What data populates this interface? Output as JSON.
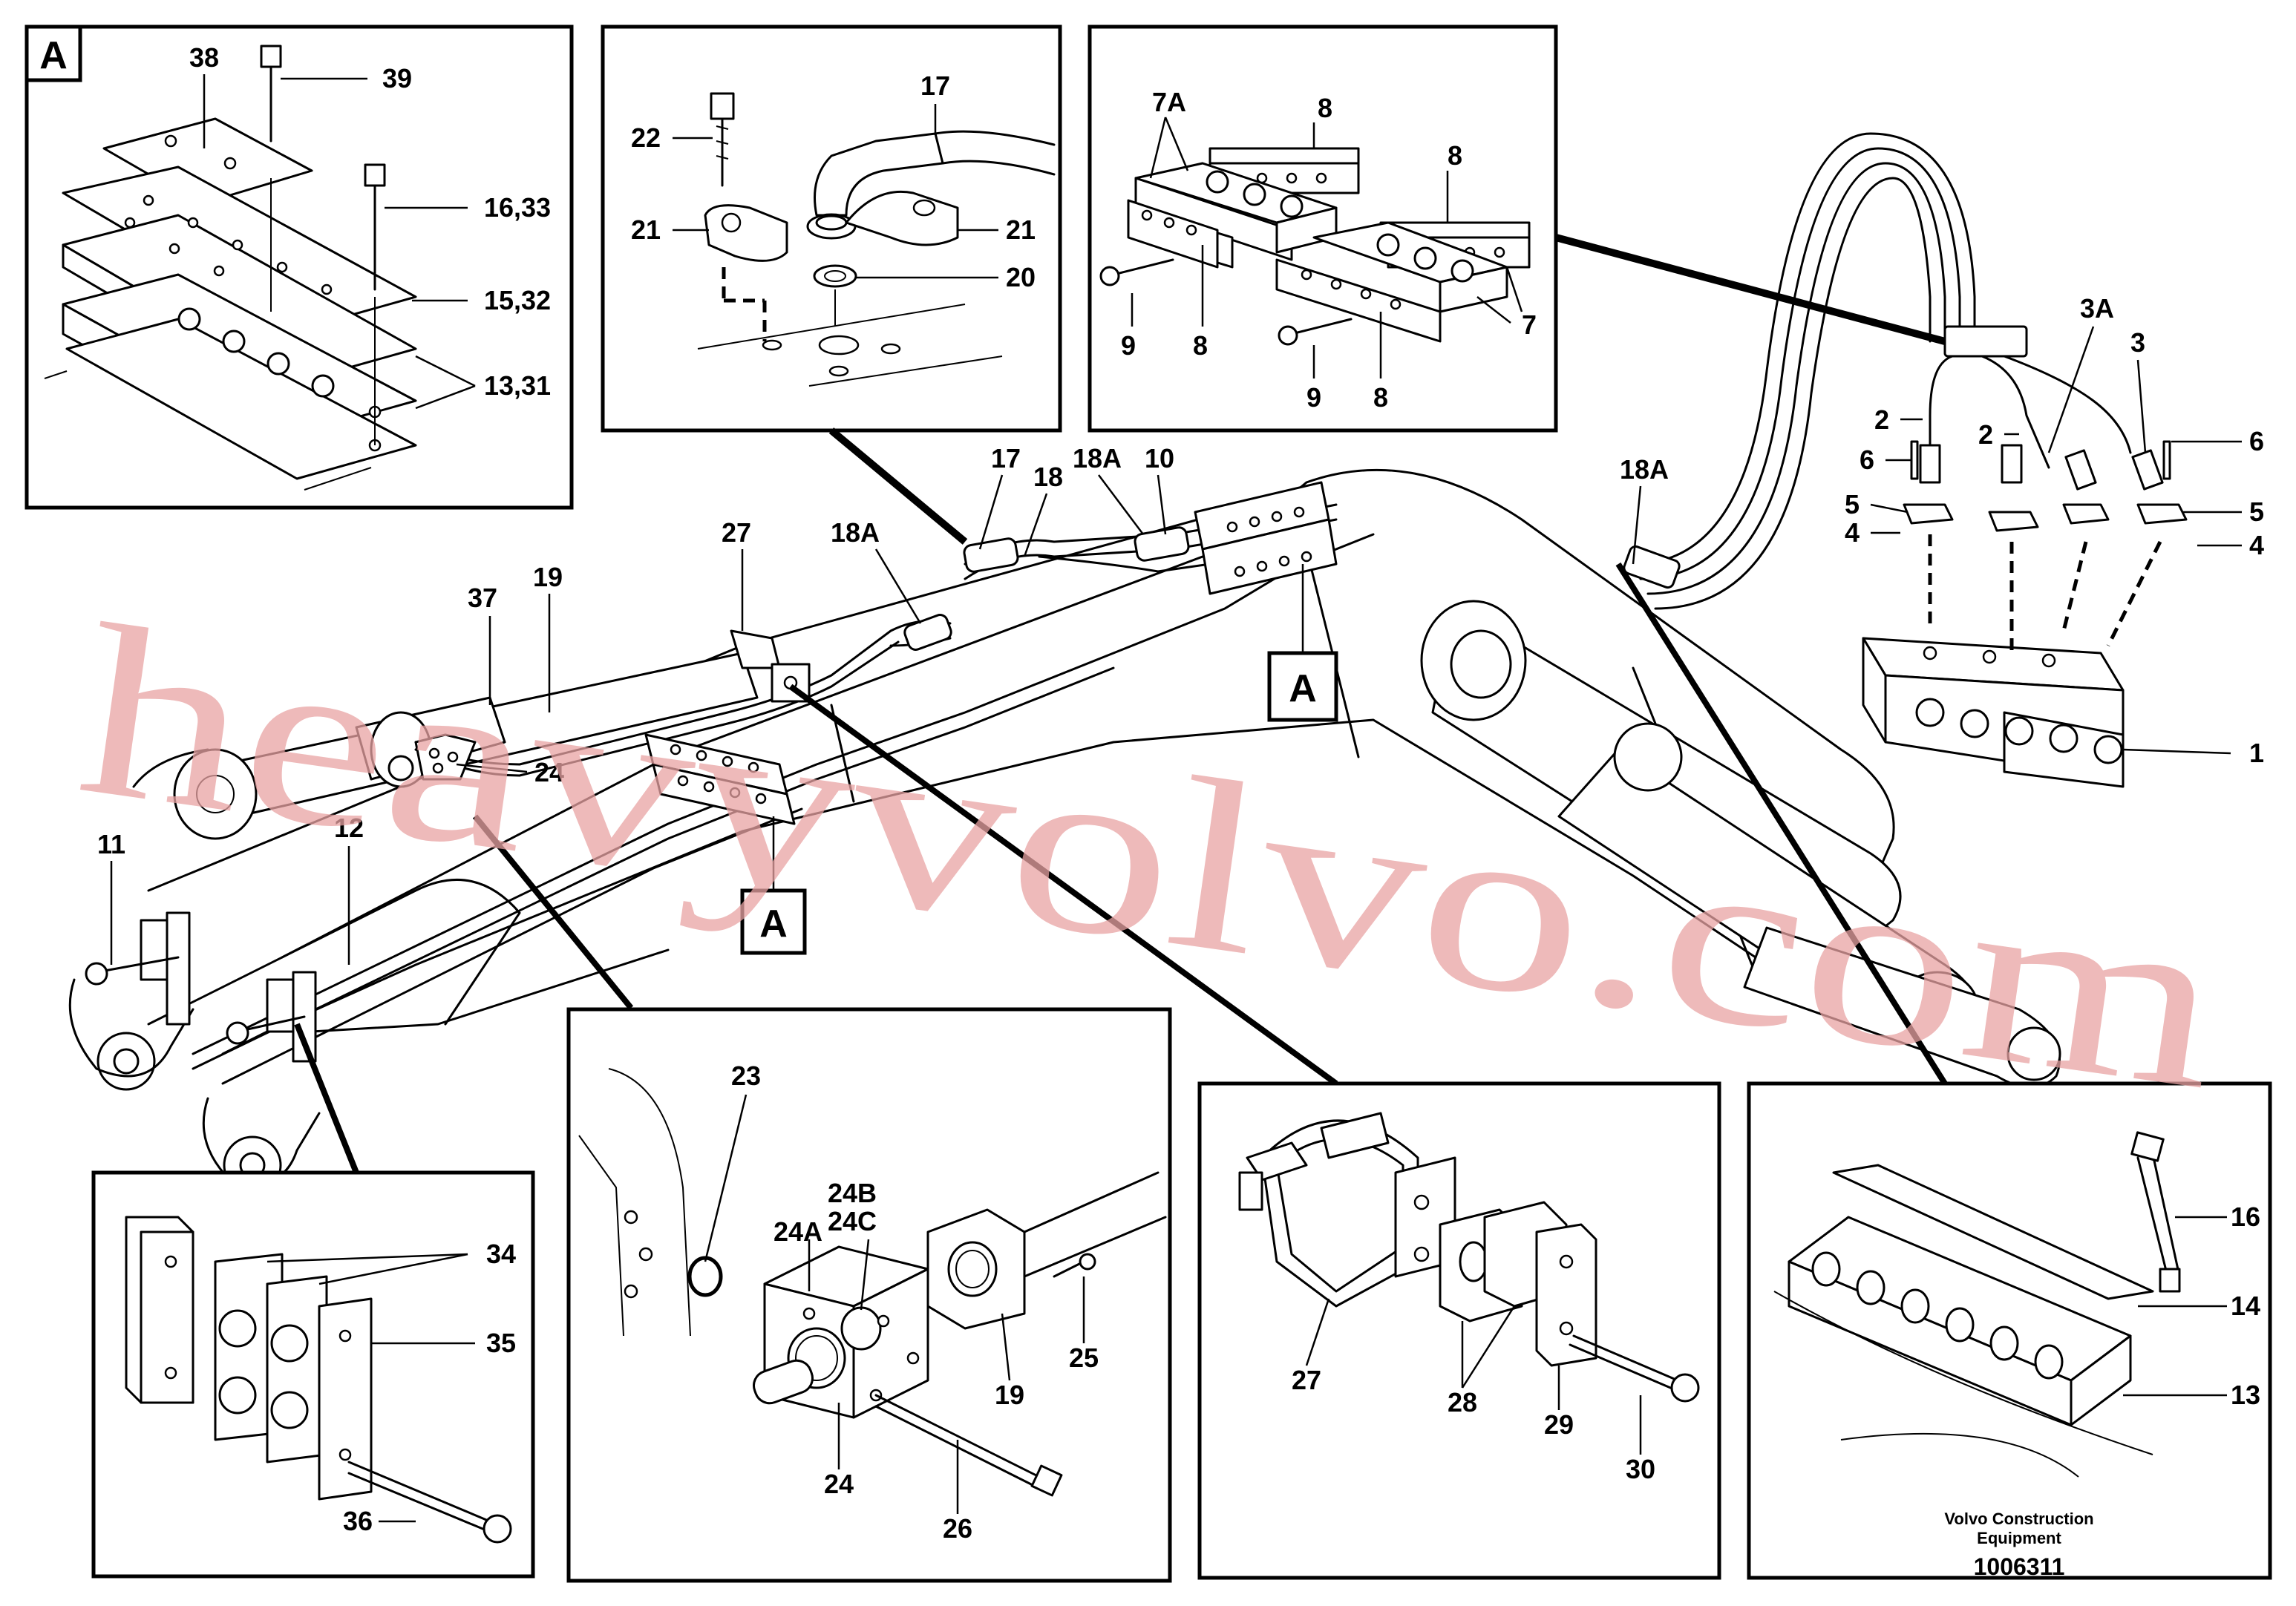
{
  "watermark": "heavyvolvo.com",
  "caption": {
    "line1": "Volvo Construction",
    "line2": "Equipment",
    "part_number": "1006311"
  },
  "view_tags": {
    "detail_a": "A",
    "main_a_right": "A",
    "main_a_left": "A"
  },
  "callouts": {
    "main": [
      "37",
      "19",
      "27",
      "18A",
      "17",
      "18",
      "18A",
      "10",
      "18A",
      "24",
      "11",
      "12",
      "3A",
      "3",
      "2",
      "2",
      "6",
      "6",
      "5",
      "5",
      "4",
      "4",
      "1"
    ],
    "detail_a": [
      "38",
      "39",
      "16,33",
      "15,32",
      "13,31"
    ],
    "detail_flange": [
      "17",
      "22",
      "21",
      "21",
      "20"
    ],
    "detail_clamps": [
      "7A",
      "8",
      "8",
      "9",
      "8",
      "9",
      "8",
      "7"
    ],
    "detail_bottom_left": [
      "34",
      "35",
      "36"
    ],
    "detail_block": [
      "23",
      "24B",
      "24C",
      "24A",
      "25",
      "19",
      "24",
      "26"
    ],
    "detail_bracket": [
      "27",
      "28",
      "29",
      "30"
    ],
    "detail_bottom_right": [
      "16",
      "14",
      "13"
    ]
  }
}
